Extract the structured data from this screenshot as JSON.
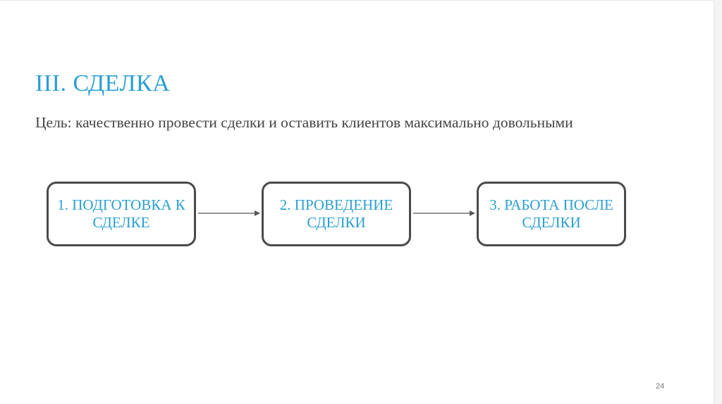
{
  "slide": {
    "title": "III. СДЕЛКА",
    "goal_text": "Цель: качественно провести сделки и оставить клиентов максимально довольными",
    "page_number": "24"
  },
  "steps": [
    {
      "label": "1. ПОДГОТОВКА К СДЕЛКЕ"
    },
    {
      "label": "2. ПРОВЕДЕНИЕ СДЕЛКИ"
    },
    {
      "label": "3. РАБОТА ПОСЛЕ СДЕЛКИ"
    }
  ],
  "colors": {
    "accent": "#2a9fd3",
    "text": "#444444",
    "box_border": "#4a4a4a"
  }
}
